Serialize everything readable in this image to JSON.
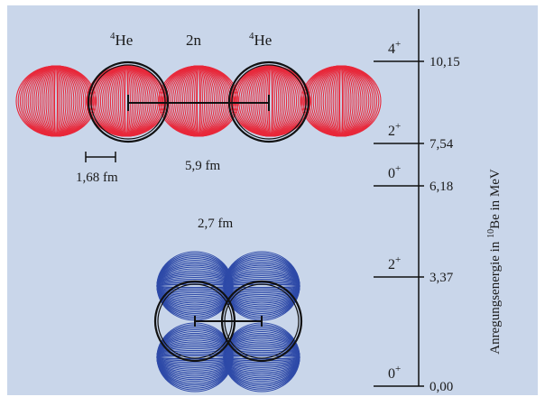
{
  "colors": {
    "background": "#c9d6ea",
    "red_orbital": "#e8283a",
    "blue_orbital": "#2e4aa8",
    "ring": "#111111",
    "line": "#111111"
  },
  "top_molecule": {
    "label_left_base": "He",
    "label_left_sup": "4",
    "label_middle": "2n",
    "label_right_base": "He",
    "label_right_sup": "4",
    "scale_label": "1,68 fm",
    "distance_label": "5,9 fm"
  },
  "bottom_molecule": {
    "distance_label": "2,7 fm"
  },
  "level_scheme": {
    "axis_label_prefix": "Anregungsenergie in ",
    "axis_label_sup": "10",
    "axis_label_suffix": "Be in MeV",
    "levels": [
      {
        "spin": "0",
        "parity": "+",
        "energy": "0,00"
      },
      {
        "spin": "2",
        "parity": "+",
        "energy": "3,37"
      },
      {
        "spin": "0",
        "parity": "+",
        "energy": "6,18"
      },
      {
        "spin": "2",
        "parity": "+",
        "energy": "7,54"
      },
      {
        "spin": "4",
        "parity": "+",
        "energy": "10,15"
      }
    ]
  }
}
